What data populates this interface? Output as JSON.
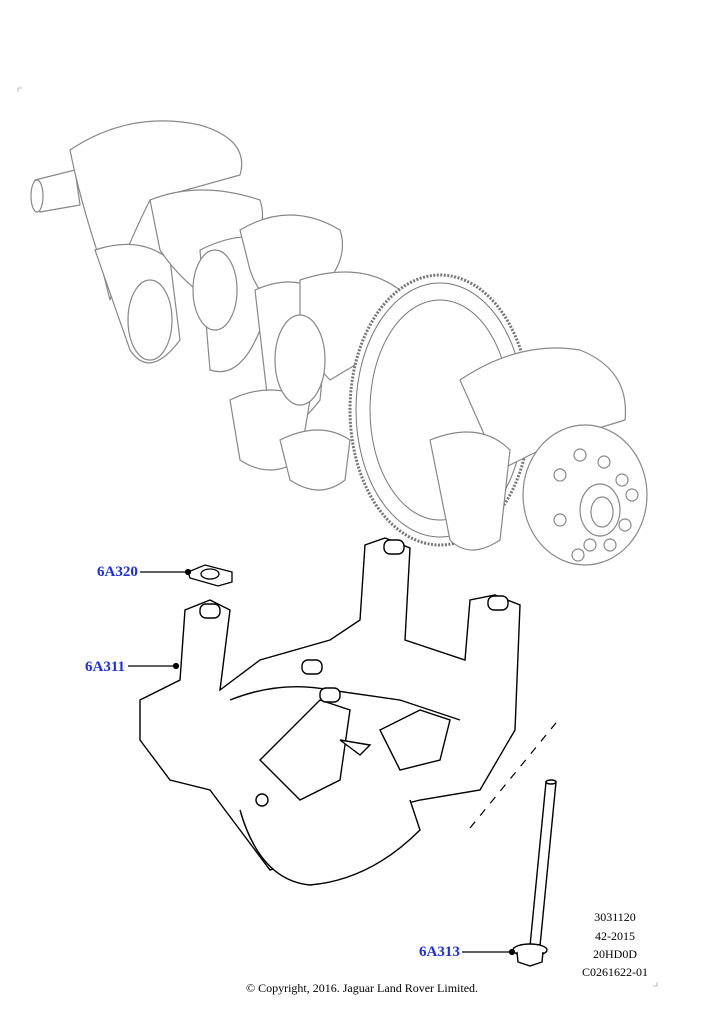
{
  "callouts": [
    {
      "part": "6A320"
    },
    {
      "part": "6A311"
    },
    {
      "part": "6A313"
    }
  ],
  "reference": {
    "line1": "3031120",
    "line2": "42-2015",
    "line3": "20HD0D",
    "line4": "C0261622-01"
  },
  "copyright": "© Copyright, 2016. Jaguar Land Rover Limited.",
  "colors": {
    "callout": "#1a2ee8",
    "line": "#000000",
    "faint": "#999999"
  }
}
